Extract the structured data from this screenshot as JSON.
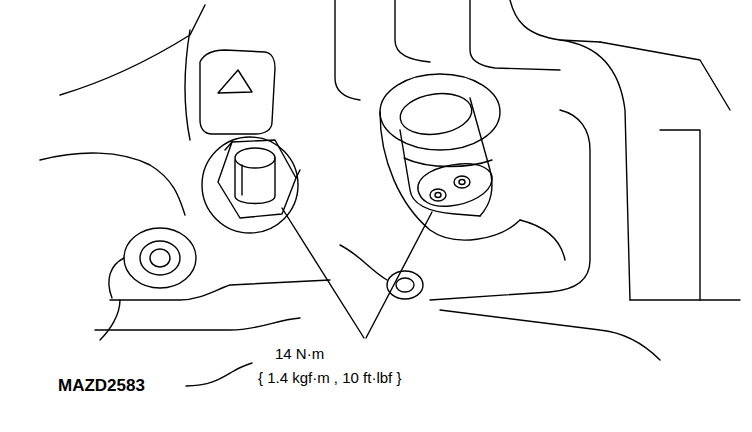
{
  "diagram": {
    "labels": [
      "14 N·m",
      "{ 1.4 kgf·m , 10 ft·lbf }",
      "MAZD2583"
    ]
  }
}
